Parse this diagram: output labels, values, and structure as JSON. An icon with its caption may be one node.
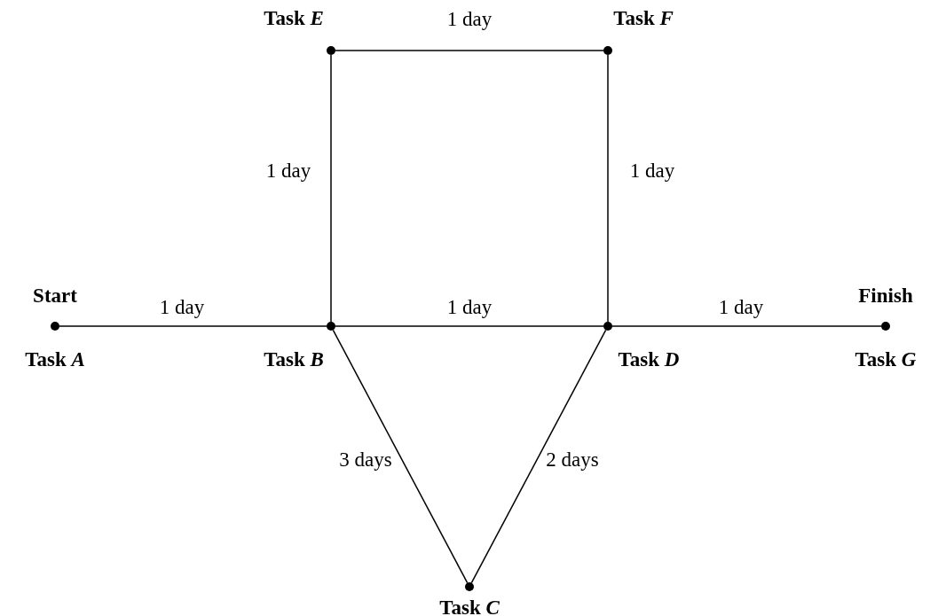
{
  "diagram": {
    "nodes": [
      {
        "text": [
          "Task *E*"
        ]
      },
      {
        "text": [
          "Task *F*"
        ]
      },
      {
        "text": [
          "Start",
          "Task *A*"
        ]
      },
      {
        "text": [
          "Task *B*"
        ]
      },
      {
        "text": [
          "Task *D*"
        ]
      },
      {
        "text": [
          "Finish",
          "Task *G*"
        ]
      },
      {
        "text": [
          "Task *C*"
        ]
      }
    ],
    "edges": [
      {
        "from": 2,
        "to": 3,
        "arrow": "none",
        "label": "1 day"
      },
      {
        "from": 0,
        "to": 1,
        "arrow": "none",
        "label": "1 day"
      },
      {
        "from": 3,
        "to": 0,
        "arrow": "none",
        "label": "1 day"
      },
      {
        "from": 1,
        "to": 4,
        "arrow": "none",
        "label": "1 day"
      },
      {
        "from": 3,
        "to": 4,
        "arrow": "none",
        "label": "1 day"
      },
      {
        "from": 4,
        "to": 5,
        "arrow": "none",
        "label": "1 day"
      },
      {
        "from": 3,
        "to": 6,
        "arrow": "none",
        "label": "3 days"
      },
      {
        "from": 6,
        "to": 4,
        "arrow": "none",
        "label": "2 days"
      }
    ]
  }
}
